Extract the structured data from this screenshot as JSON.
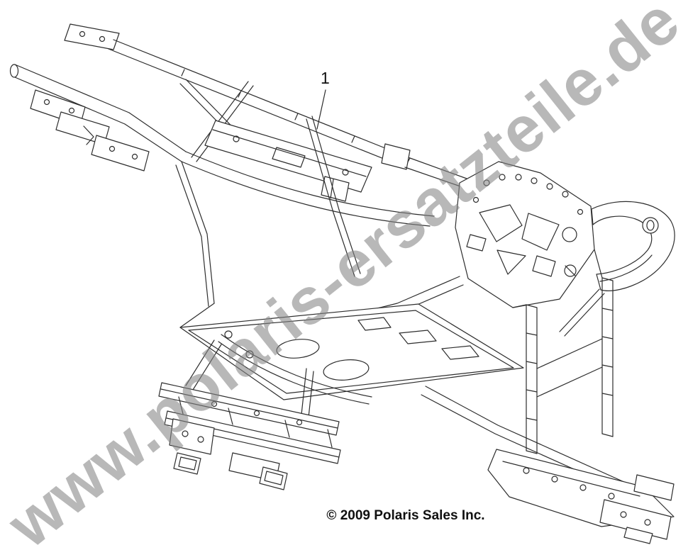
{
  "page": {
    "background_color": "#ffffff",
    "line_color": "#2d2d2d"
  },
  "diagram": {
    "subject": "vehicle-frame-parts-drawing",
    "callout": {
      "label": "1"
    },
    "copyright": "© 2009 Polaris Sales Inc.",
    "watermark": {
      "text": "www.polaris-ersatzteile.de",
      "color": "#848484"
    }
  }
}
